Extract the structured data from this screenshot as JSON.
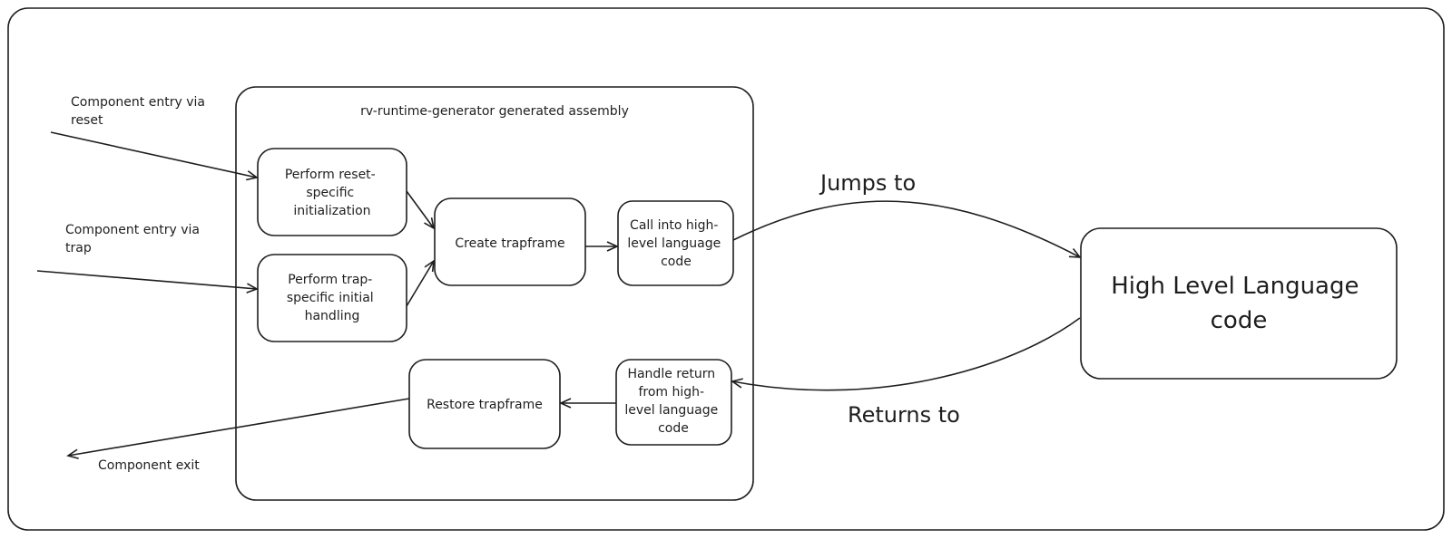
{
  "diagram": {
    "container_title": "rv-runtime-generator generated assembly",
    "entry_reset_label": [
      "Component entry via",
      "reset"
    ],
    "entry_trap_label": [
      "Component entry via",
      "trap"
    ],
    "exit_label": "Component exit",
    "boxes": {
      "reset_init": [
        "Perform reset-",
        "specific",
        "initialization"
      ],
      "trap_init": [
        "Perform trap-",
        "specific initial",
        "handling"
      ],
      "create_trapframe": [
        "Create trapframe"
      ],
      "call_high_level": [
        "Call into high-",
        "level language",
        "code"
      ],
      "handle_return": [
        "Handle return",
        "from high-",
        "level language",
        "code"
      ],
      "restore_trapframe": [
        "Restore trapframe"
      ],
      "high_level_code": [
        "High Level Language",
        "code"
      ]
    },
    "jumps_to_label": "Jumps to",
    "returns_to_label": "Returns to"
  }
}
